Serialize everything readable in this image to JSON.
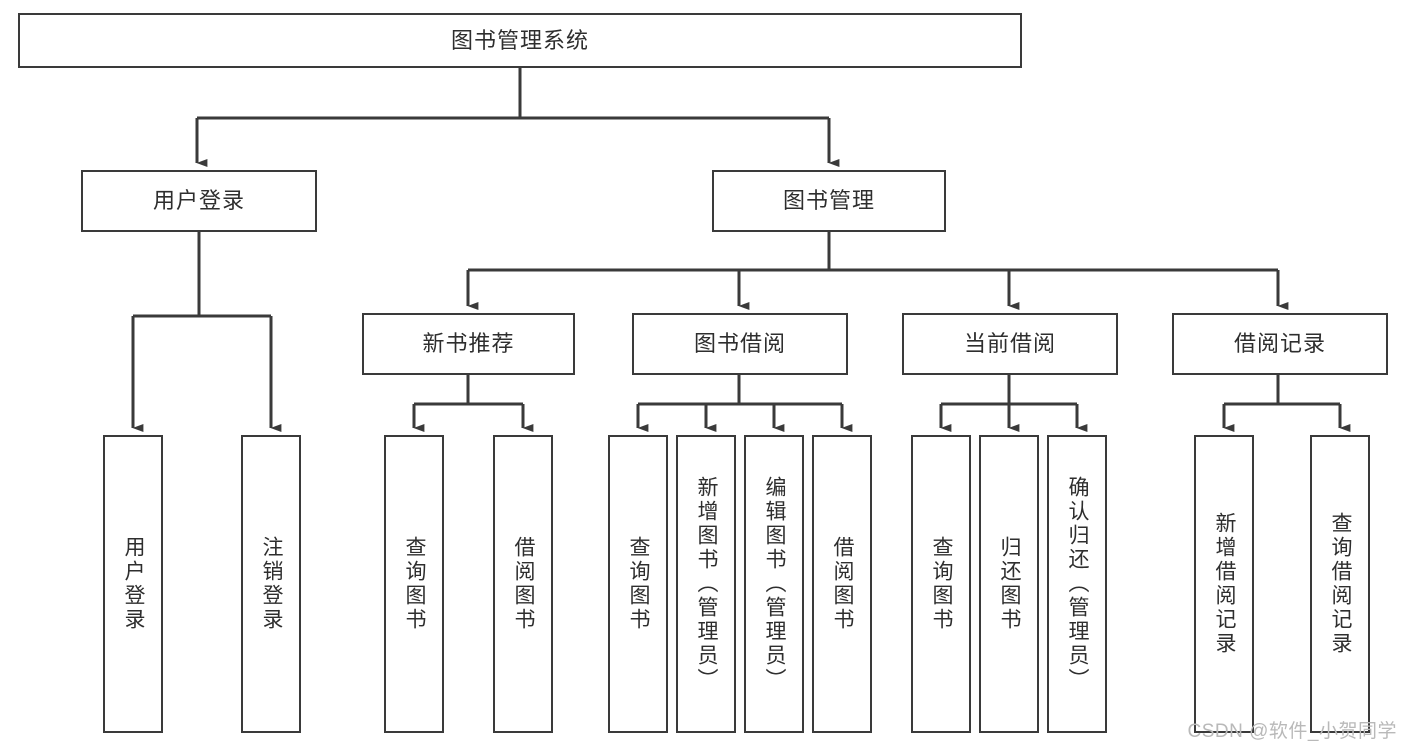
{
  "diagram": {
    "title": "图书管理系统",
    "type": "hierarchy-tree",
    "watermark": "CSDN @软件_小贺同学",
    "colors": {
      "box_border": "#3a3a3a",
      "box_fill": "#ffffff",
      "line": "#3a3a3a",
      "text": "#2e2e2e",
      "watermark": "#b9b9b9"
    },
    "root": {
      "label": "图书管理系统"
    },
    "level2": [
      {
        "label": "用户登录"
      },
      {
        "label": "图书管理"
      }
    ],
    "level3": [
      {
        "label": "新书推荐"
      },
      {
        "label": "图书借阅"
      },
      {
        "label": "当前借阅"
      },
      {
        "label": "借阅记录"
      }
    ],
    "leaves": {
      "user_login": [
        {
          "label": "用户登录"
        },
        {
          "label": "注销登录"
        }
      ],
      "new_book_recommend": [
        {
          "label": "查询图书"
        },
        {
          "label": "借阅图书"
        }
      ],
      "book_borrow": [
        {
          "label": "查询图书"
        },
        {
          "label": "新增图书（管理员）"
        },
        {
          "label": "编辑图书（管理员）"
        },
        {
          "label": "借阅图书"
        }
      ],
      "current_borrow": [
        {
          "label": "查询图书"
        },
        {
          "label": "归还图书"
        },
        {
          "label": "确认归还（管理员）"
        }
      ],
      "borrow_record": [
        {
          "label": "新增借阅记录"
        },
        {
          "label": "查询借阅记录"
        }
      ]
    }
  }
}
